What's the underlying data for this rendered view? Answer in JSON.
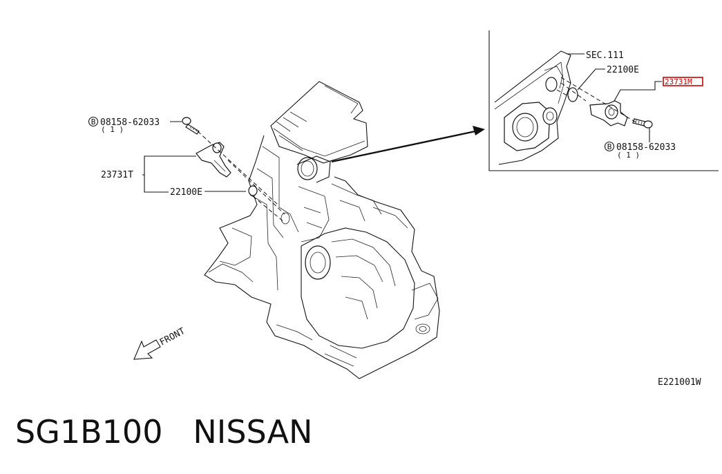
{
  "labels": {
    "bolt_left_part": "08158-62033",
    "bolt_left_qty": "( 1 )",
    "sensor_left": "23731T",
    "oring_left": "22100E",
    "front": "FRONT",
    "sec": "SEC.111",
    "oring_right": "22100E",
    "sensor_right": "23731M",
    "bolt_right_part": "08158-62033",
    "bolt_right_qty": "( 1 )",
    "bolt_symbol": "B",
    "diagram_code": "E221001W"
  },
  "footer": {
    "code": "SG1B100",
    "brand": "NISSAN"
  },
  "colors": {
    "highlight": "#cc0000",
    "line": "#111111"
  }
}
